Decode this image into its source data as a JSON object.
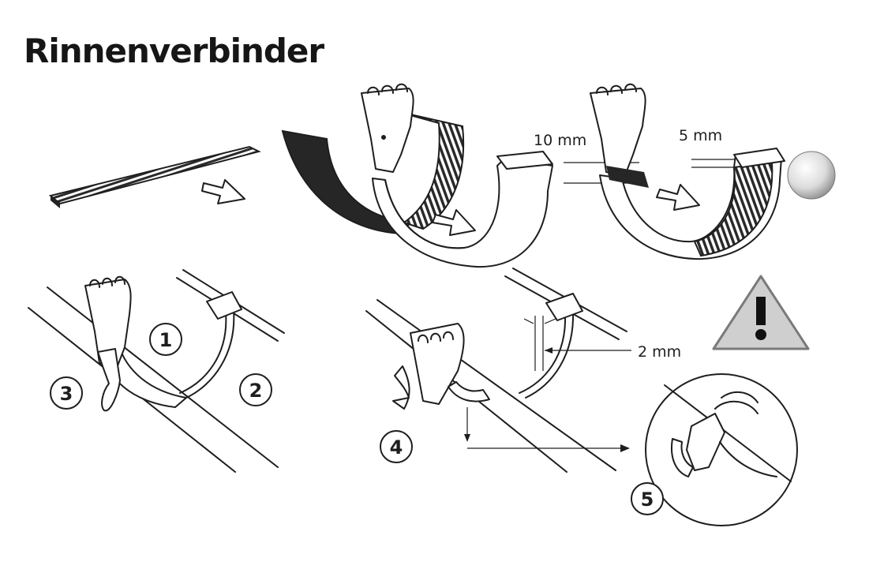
{
  "title": "Rinnenverbinder",
  "dimensions": {
    "gap_top": "10 mm",
    "gap_right": "5 mm",
    "clearance": "2 mm"
  },
  "steps": [
    "1",
    "2",
    "3",
    "4",
    "5"
  ],
  "colors": {
    "ink": "#1e1e1e",
    "dark_fill": "#262626",
    "warning_fill": "#cfcfcf"
  },
  "icons": [
    "arrow-right-icon",
    "warning-icon",
    "seal-ball-icon"
  ]
}
